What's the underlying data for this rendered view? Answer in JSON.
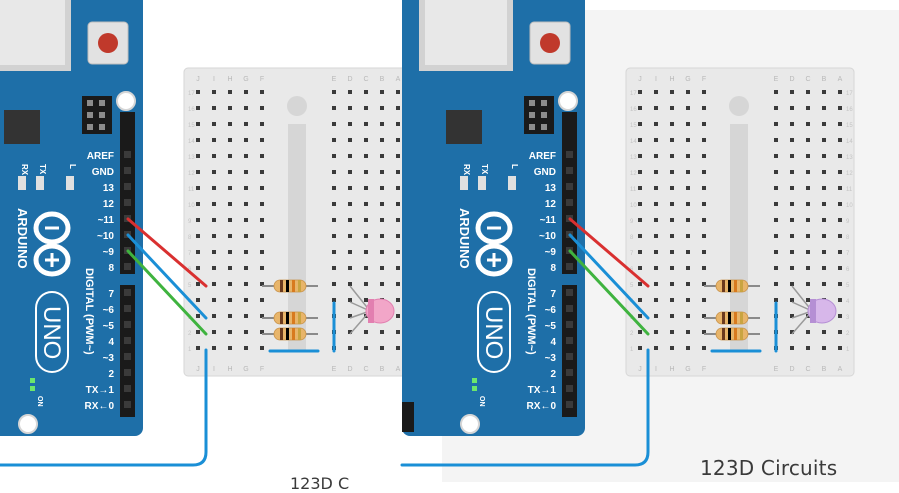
{
  "panels": [
    {
      "name": "left",
      "led_color": "#f2a6c8",
      "led_glow": "#e27fb0",
      "board_colors": {
        "arduino": "#1e6fa8",
        "wire_red": "#d93030",
        "wire_blue": "#1a8fd6",
        "wire_green": "#3fb33f"
      }
    },
    {
      "name": "right",
      "led_color": "#d7b7ea",
      "led_glow": "#b58fd4",
      "board_colors": {
        "arduino": "#1e6fa8",
        "wire_red": "#d93030",
        "wire_blue": "#1a8fd6",
        "wire_green": "#3fb33f"
      }
    }
  ],
  "arduino": {
    "pins_top": [
      "AREF",
      "GND",
      "13",
      "12",
      "~11",
      "~10",
      "~9",
      "8"
    ],
    "pins_bottom": [
      "7",
      "~6",
      "~5",
      "4",
      "~3",
      "2",
      "TX→1",
      "RX←0"
    ],
    "digital_label": "DIGITAL (PWM~)",
    "brand": "ARDUINO",
    "model": "UNO",
    "led_labels": [
      "RX",
      "TX",
      "L"
    ],
    "on_label": "ON"
  },
  "breadboard": {
    "columns_left": [
      "J",
      "I",
      "H",
      "G",
      "F"
    ],
    "columns_right": [
      "E",
      "D",
      "C",
      "B",
      "A"
    ],
    "row_numbers": [
      "17",
      "16",
      "15",
      "14",
      "13",
      "12",
      "11",
      "10",
      "9",
      "8",
      "7",
      "6",
      "5",
      "4",
      "3",
      "2",
      "1"
    ]
  },
  "footer": {
    "brand": "123D Circuits",
    "cut_text": "123D C"
  }
}
